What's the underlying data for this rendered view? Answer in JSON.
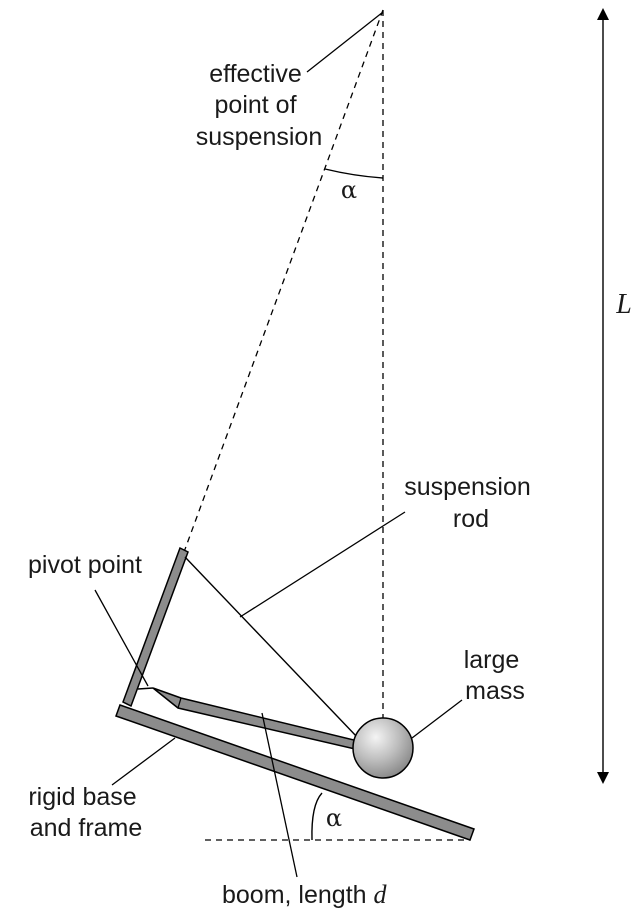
{
  "labels": {
    "effective_suspension": [
      "effective",
      "point of",
      "suspension"
    ],
    "alpha_top": "α",
    "alpha_bottom": "α",
    "length_L": "L",
    "suspension_rod": [
      "suspension",
      "rod"
    ],
    "pivot_point": "pivot point",
    "large_mass": [
      "large",
      "mass"
    ],
    "rigid_base": [
      "rigid base",
      "and frame"
    ],
    "boom_prefix": "boom, length ",
    "boom_var": "d"
  },
  "colors": {
    "bar_fill": "#8c8c8c",
    "mass_light": "#f4f4f4",
    "mass_dark": "#8a8a8a"
  }
}
